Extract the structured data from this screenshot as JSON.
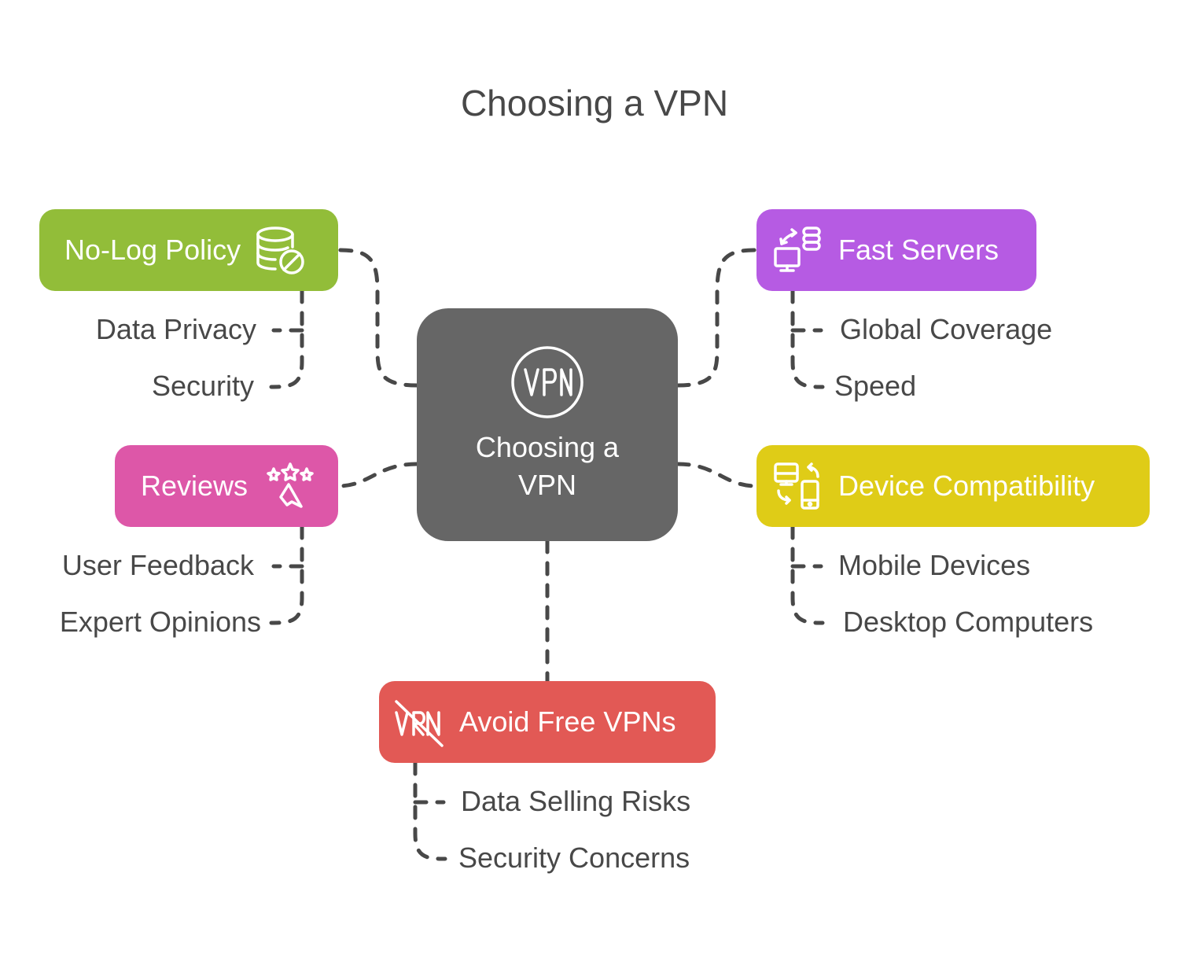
{
  "diagram": {
    "title": "Choosing a VPN",
    "center": {
      "label_line1": "Choosing a",
      "label_line2": "VPN",
      "icon": "vpn-circle-icon",
      "color": "#666666"
    },
    "branches": [
      {
        "id": "no-log-policy",
        "label": "No-Log Policy",
        "icon": "database-blocked-icon",
        "color": "#92bd39",
        "children": [
          "Data Privacy",
          "Security"
        ]
      },
      {
        "id": "fast-servers",
        "label": "Fast Servers",
        "icon": "computer-server-sync-icon",
        "color": "#b65be3",
        "children": [
          "Global Coverage",
          "Speed"
        ]
      },
      {
        "id": "reviews",
        "label": "Reviews",
        "icon": "stars-megaphone-icon",
        "color": "#dd57a8",
        "children": [
          "User Feedback",
          "Expert Opinions"
        ]
      },
      {
        "id": "device-compatibility",
        "label": "Device Compatibility",
        "icon": "desktop-mobile-sync-icon",
        "color": "#dfcc17",
        "children": [
          "Mobile Devices",
          "Desktop Computers"
        ]
      },
      {
        "id": "avoid-free-vpns",
        "label": "Avoid Free VPNs",
        "icon": "vpn-crossed-icon",
        "color": "#e25955",
        "children": [
          "Data Selling Risks",
          "Security Concerns"
        ]
      }
    ],
    "connector_color": "#484848"
  }
}
